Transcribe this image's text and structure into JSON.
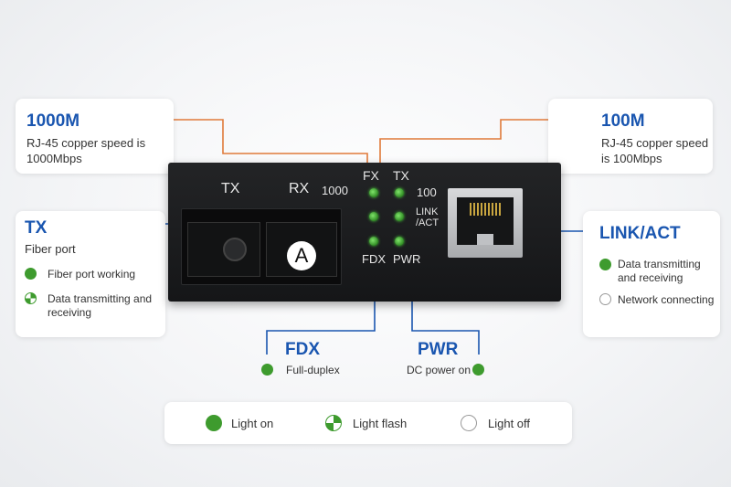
{
  "callouts": {
    "m1000": {
      "title": "1000M",
      "text": "RJ-45 copper speed is 1000Mbps"
    },
    "m100": {
      "title": "100M",
      "text": "RJ-45 copper speed is 100Mbps"
    },
    "tx": {
      "title": "TX",
      "subtitle": "Fiber port",
      "items": [
        "Fiber port working",
        "Data transmitting and receiving"
      ]
    },
    "linkact": {
      "title": "LINK/ACT",
      "items": [
        "Data transmitting and receiving",
        "Network connecting"
      ]
    },
    "fdx": {
      "title": "FDX",
      "text": "Full-duplex"
    },
    "pwr": {
      "title": "PWR",
      "text": "DC power on"
    }
  },
  "device": {
    "tx_label": "TX",
    "rx_label": "RX",
    "speed_1000": "1000",
    "fx_label": "FX",
    "tx2_label": "TX",
    "speed_100": "100",
    "link_label": "LINK\n/ACT",
    "fdx_label": "FDX",
    "pwr_label": "PWR",
    "badge": "A"
  },
  "legend": {
    "items": [
      {
        "label": "Light on",
        "state": "on"
      },
      {
        "label": "Light flash",
        "state": "flash"
      },
      {
        "label": "Light off",
        "state": "off"
      }
    ]
  },
  "colors": {
    "accent": "#1a56b0",
    "led_green": "#3e9b2e",
    "connector_orange": "#e07a3a",
    "connector_blue": "#1a56b0"
  }
}
